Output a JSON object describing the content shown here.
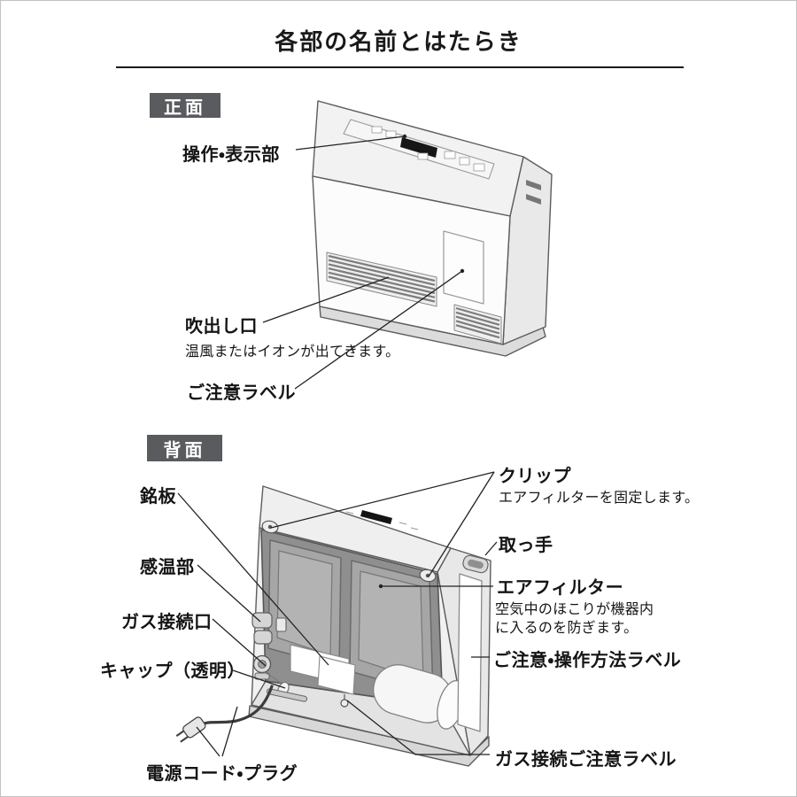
{
  "page": {
    "title": "各部の名前とはたらき"
  },
  "sections": {
    "front": {
      "badge": "正面",
      "control_display": "操作・表示部",
      "outlet": "吹出し口",
      "outlet_note": "温風またはイオンが出てきます。",
      "caution_label": "ご注意ラベル"
    },
    "back": {
      "badge": "背面",
      "nameplate": "銘板",
      "clip": "クリップ",
      "clip_note": "エアフィルターを固定します。",
      "handle": "取っ手",
      "air_filter": "エアフィルター",
      "air_filter_note_line1": "空気中のほこりが機器内",
      "air_filter_note_line2": "に入るのを防ぎます。",
      "caution_operation_label": "ご注意・操作方法ラベル",
      "temperature_sensor": "感温部",
      "gas_connection_port": "ガス接続口",
      "cap_transparent": "キャップ（透明）",
      "power_cord_plug": "電源コード・プラグ",
      "gas_connection_caution_label": "ガス接続ご注意ラベル"
    }
  },
  "colors": {
    "badge_background": "#595b5e",
    "badge_text": "#ffffff",
    "text": "#151515",
    "leader_line": "#222222",
    "filter_frame_gray": "#8f8f8f"
  }
}
